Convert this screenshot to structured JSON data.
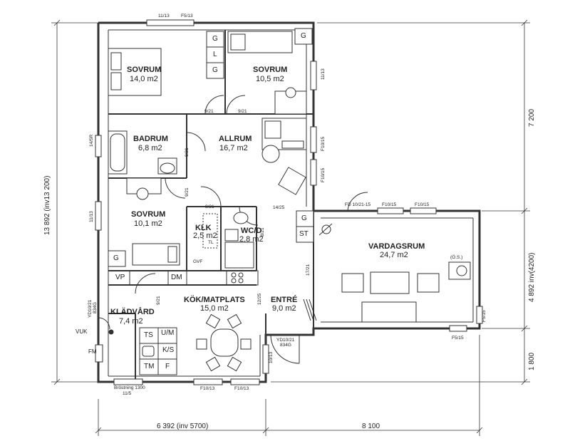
{
  "rooms": {
    "sovrum1": {
      "name": "SOVRUM",
      "area": "14,0 m2"
    },
    "sovrum2": {
      "name": "SOVRUM",
      "area": "10,5 m2"
    },
    "badrum": {
      "name": "BADRUM",
      "area": "6,8 m2"
    },
    "allrum": {
      "name": "ALLRUM",
      "area": "16,7 m2"
    },
    "sovrum3": {
      "name": "SOVRUM",
      "area": "10,1 m2"
    },
    "klk": {
      "name": "KLK",
      "area": "2,5 m2"
    },
    "wcd": {
      "name": "WC/D",
      "area": "2,8 m2"
    },
    "vardagsrum": {
      "name": "VARDAGSRUM",
      "area": "24,7 m2"
    },
    "kladvard": {
      "name": "KLÄDVÅRD",
      "area": "7,4 m2"
    },
    "kok": {
      "name": "KÖK/MATPLATS",
      "area": "15,0 m2"
    },
    "entre": {
      "name": "ENTRÉ",
      "area": "9,0 m2"
    }
  },
  "windows": {
    "top_left": "11/13",
    "top_f": "F5/13",
    "right_1": "11/13",
    "right_2": "F10/15",
    "right_3": "F10/15",
    "left_bad": "14/5R",
    "left_sov": "11/13",
    "vr_fd": "FD 10/21-15",
    "vr_f1": "F10/15",
    "vr_f2": "F10/15",
    "vr_right": "F5/15",
    "vr_bottom": "F5/15",
    "bot_1": "F10/13",
    "bot_2": "F10/13",
    "brost": "Bröstning 1300",
    "brost_2": "11/5",
    "entre_win": "10/13"
  },
  "doors": {
    "d1": "9/21",
    "d2": "9/21",
    "d3": "9/21",
    "d4": "9/21",
    "d5": "8/21",
    "d6": "8/21",
    "d7": "14/25",
    "d8": "17/21",
    "d9": "12/25",
    "d10": "9/21",
    "yd_main_a": "YD10/21",
    "yd_main_b": "834G",
    "yd_left_a": "YD10/21",
    "yd_left_b": "834G"
  },
  "fixtures": {
    "g1": "G",
    "l1": "L",
    "g2": "G",
    "g3": "G",
    "g4": "G",
    "g5": "G",
    "st": "ST",
    "vp": "VP",
    "dm": "DM",
    "ts": "TS",
    "um": "U/M",
    "ks": "K/S",
    "tm": "TM",
    "f": "F",
    "tl": "TL",
    "gvf": "GVF",
    "os": "(Ö.S.)",
    "vuk": "VUK",
    "fm": "FM"
  },
  "dimensions": {
    "left_total": "13 892 (inv13 200)",
    "right_top": "7 200",
    "right_mid": "4 892 inv(4200)",
    "right_bot": "1 800",
    "bottom_left": "6 392 (inv 5700)",
    "bottom_right": "8 100"
  }
}
